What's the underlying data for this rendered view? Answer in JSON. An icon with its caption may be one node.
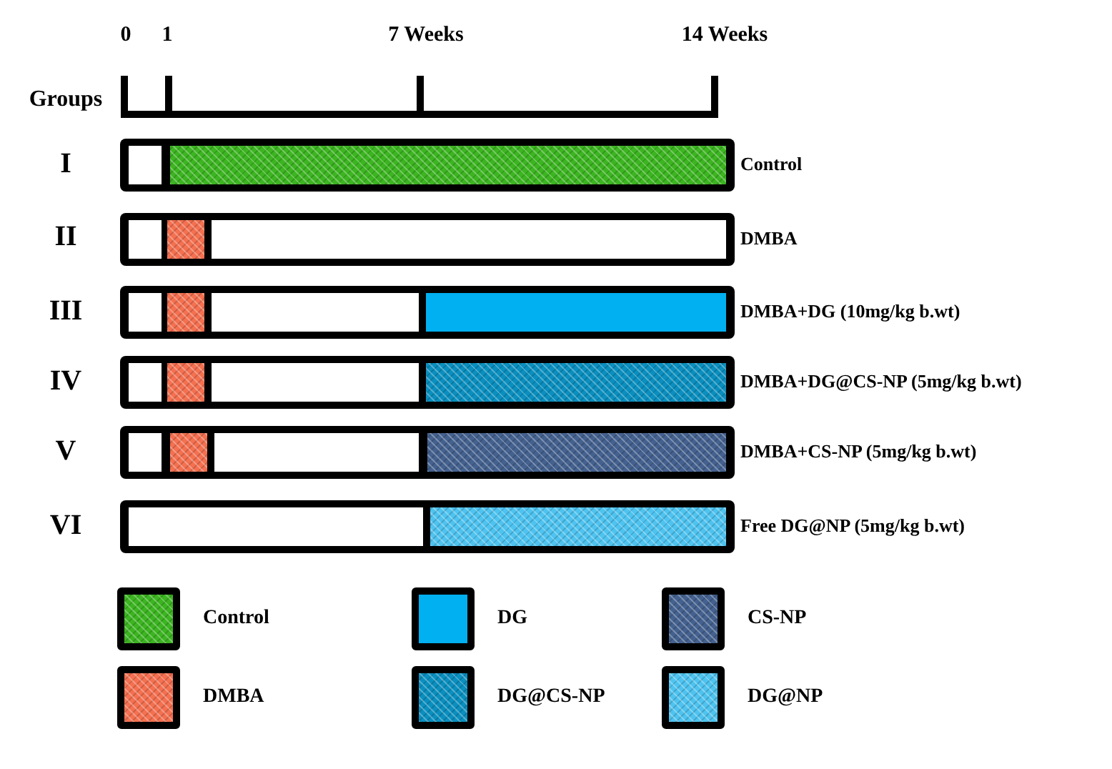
{
  "diagram": {
    "nodes": [
      {
        "text": [],
        "shape": "bar",
        "beside": [
          "Control"
        ]
      },
      {
        "text": [],
        "shape": "bar",
        "in": 0
      },
      {
        "text": [],
        "shape": "bar",
        "beside": [
          "DMBA"
        ]
      },
      {
        "text": [],
        "shape": "bar",
        "in": 2
      },
      {
        "text": [],
        "shape": "bar",
        "beside": [
          "DMBA+DG (10mg/kg b.wt)"
        ]
      },
      {
        "text": [],
        "shape": "bar",
        "in": 4
      },
      {
        "text": [],
        "shape": "bar",
        "in": 4
      },
      {
        "text": [],
        "shape": "bar",
        "beside": [
          "DMBA+DG@CS-NP (5mg/kg b.wt)"
        ]
      },
      {
        "text": [],
        "shape": "bar",
        "in": 7
      },
      {
        "text": [],
        "shape": "bar",
        "in": 7
      },
      {
        "text": [],
        "shape": "bar",
        "beside": [
          "DMBA+CS-NP (5mg/kg b.wt)"
        ]
      },
      {
        "text": [],
        "shape": "bar",
        "in": 10
      },
      {
        "text": [],
        "shape": "bar",
        "in": 10
      },
      {
        "text": [],
        "shape": "bar",
        "beside": [
          "Free DG@NP (5mg/kg b.wt)"
        ]
      },
      {
        "text": [],
        "shape": "bar",
        "in": 13
      }
    ],
    "labels": [
      "0",
      "1",
      "7 Weeks",
      "14 Weeks",
      "Groups",
      "I",
      "II",
      "III",
      "IV",
      "V",
      "VI"
    ],
    "legend": [
      {
        "text": "Control",
        "color": "#3cb521"
      },
      {
        "text": "DG",
        "color": "#00b0f0"
      },
      {
        "text": "CS-NP",
        "color": "#44618f"
      },
      {
        "text": "DMBA",
        "color": "#f47050"
      },
      {
        "text": "DG@CS-NP",
        "color": "#0a8fbf"
      },
      {
        "text": "DG@NP",
        "color": "#4ec3f0"
      }
    ]
  }
}
